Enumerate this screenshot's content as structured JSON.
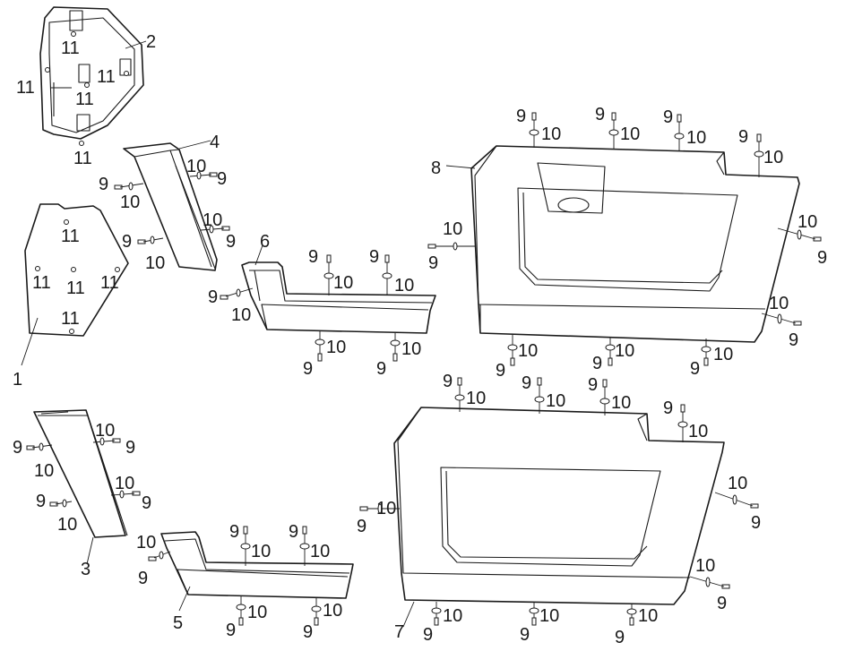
{
  "callouts": {
    "p1": "1",
    "p2": "2",
    "p3": "3",
    "p4": "4",
    "p5": "5",
    "p6": "6",
    "p7": "7",
    "p8": "8",
    "bolt": "9",
    "washer": "10",
    "insert": "11"
  },
  "colors": {
    "line": "#1a1a1a",
    "background": "#ffffff"
  }
}
